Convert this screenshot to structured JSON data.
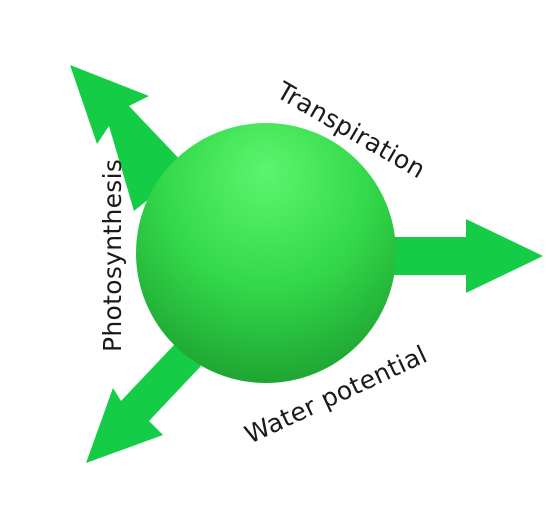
{
  "diagram": {
    "labels": {
      "transpiration": "Transpiration",
      "photosynthesis": "Photosynthesis",
      "water_potential": "Water potential"
    },
    "colors": {
      "arrow": "#14cc45",
      "sphere_highlight": "#5df56e",
      "sphere_mid": "#33d94a",
      "sphere_shadow": "#1fa532",
      "label_text": "#1a1a1a"
    }
  }
}
